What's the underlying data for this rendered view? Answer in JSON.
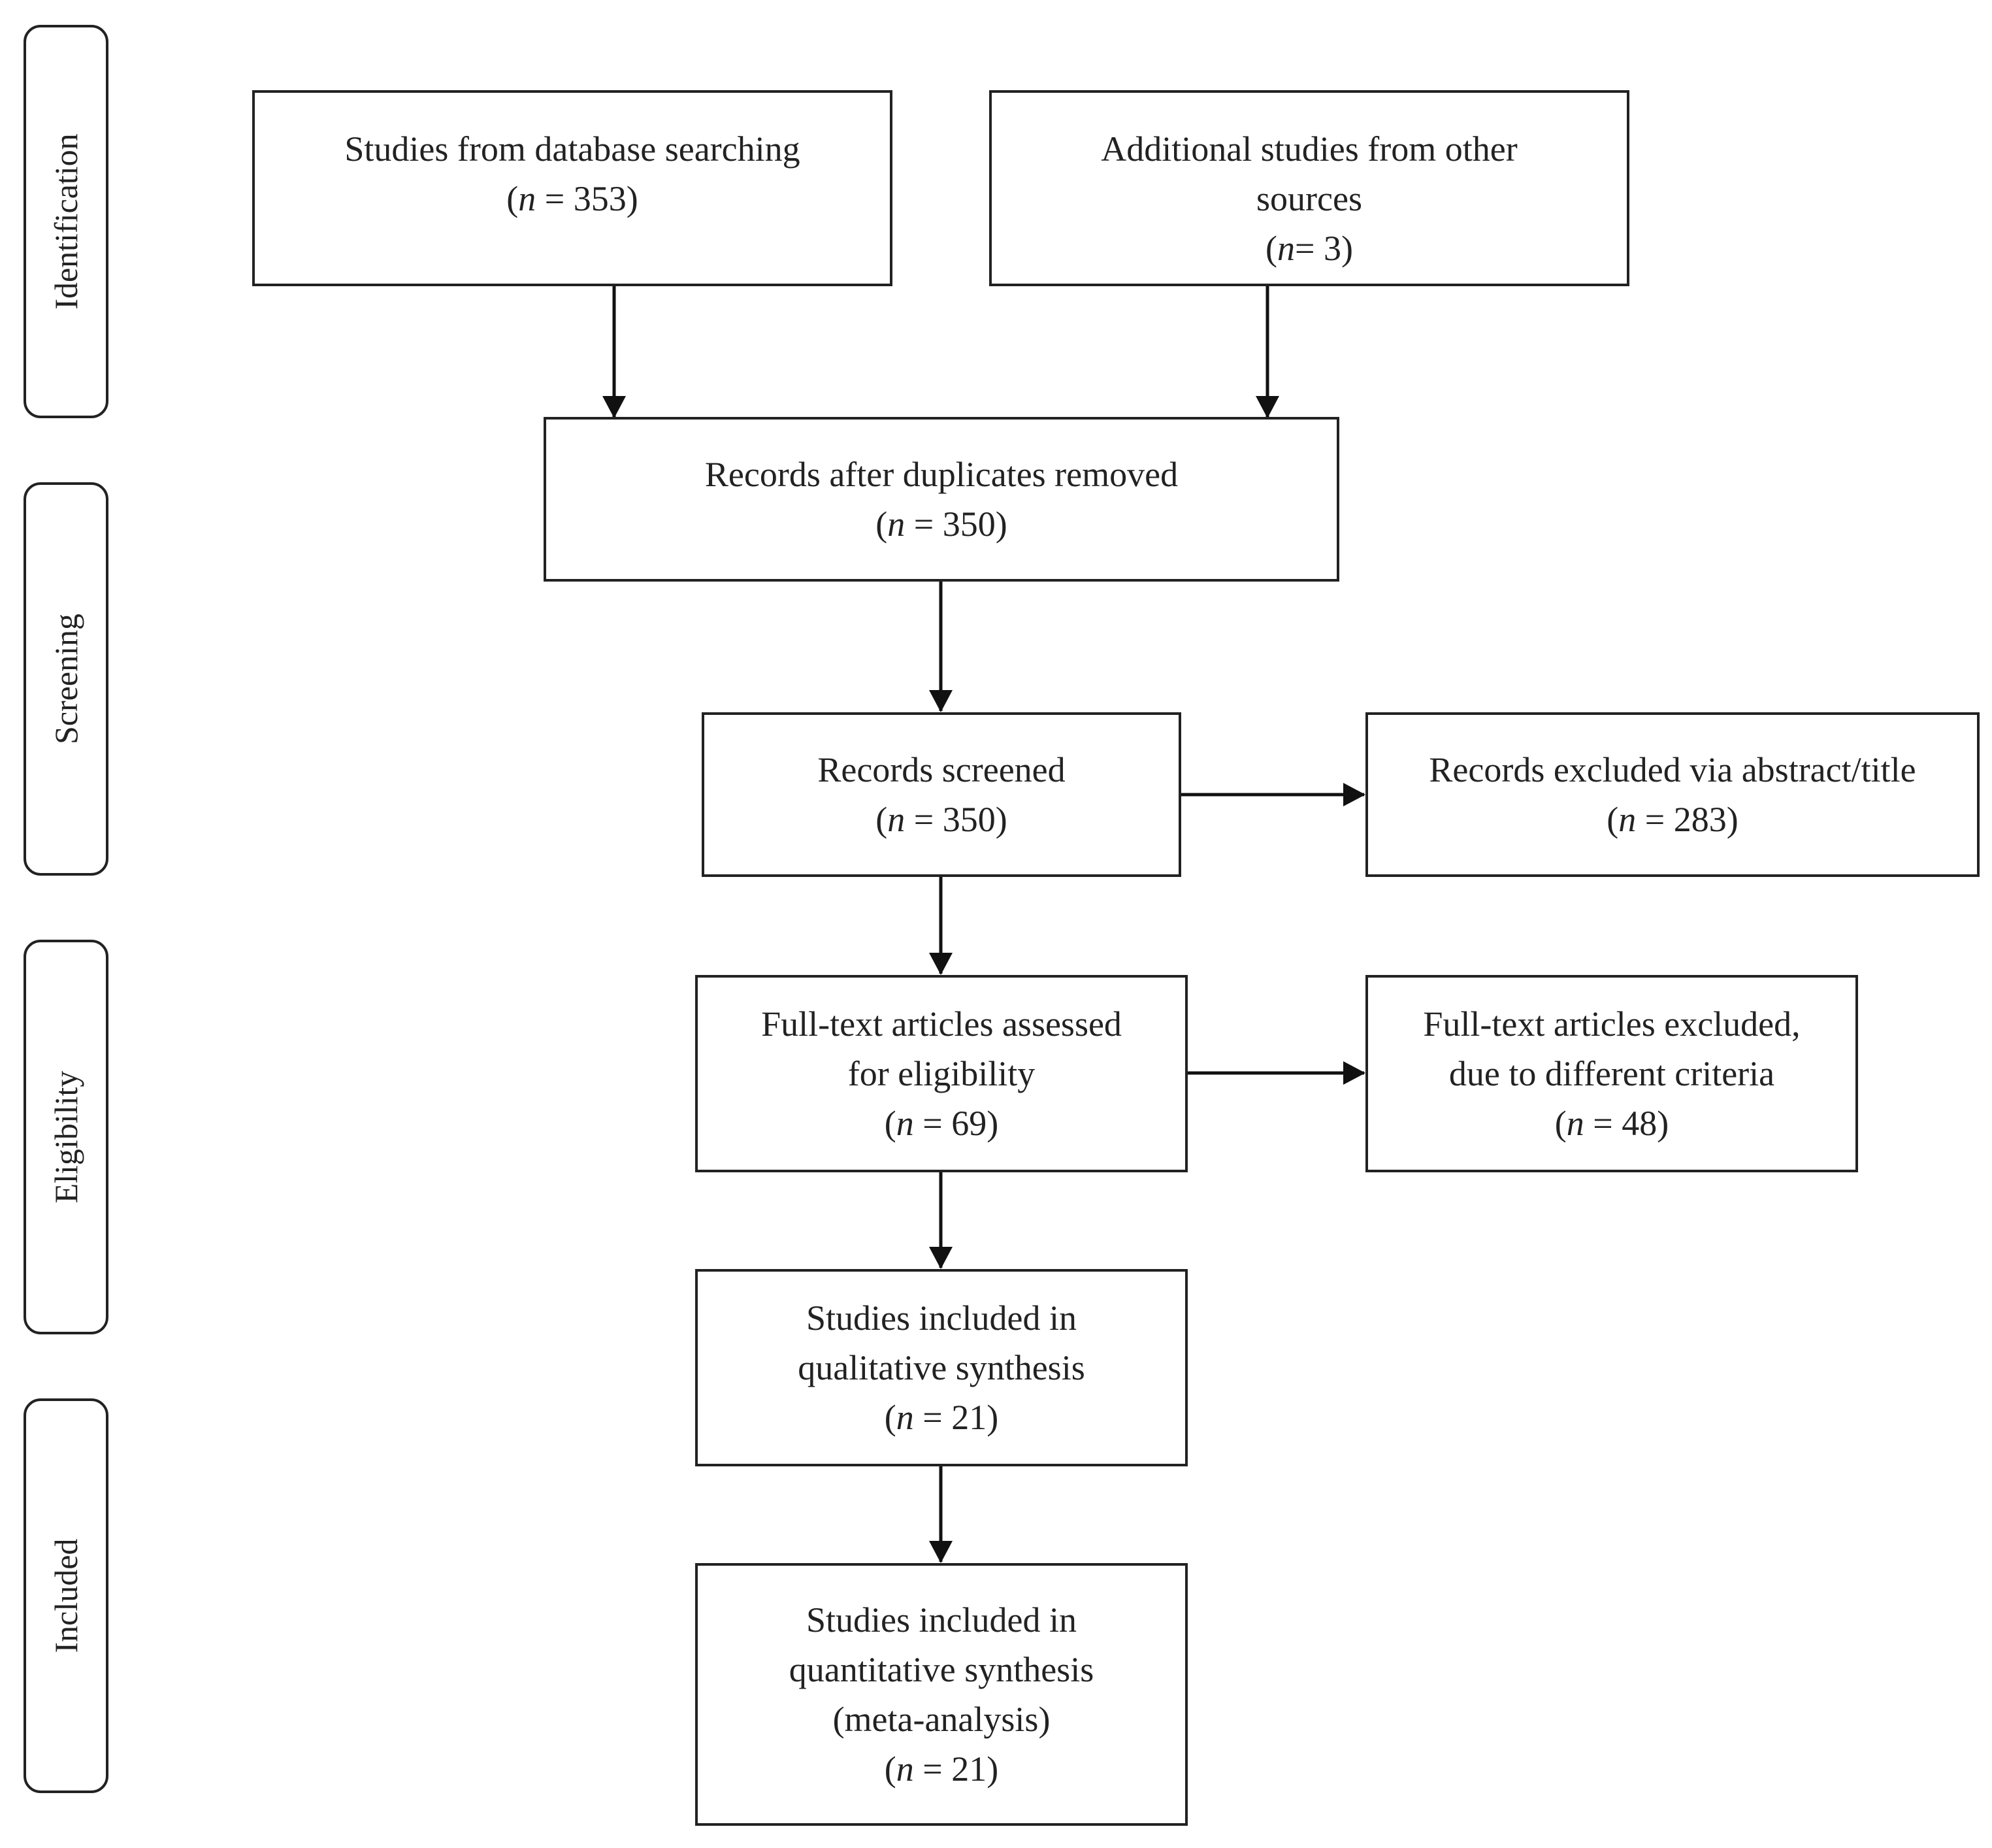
{
  "phases": {
    "identification": "Identification",
    "screening": "Screening",
    "eligibility": "Eligibility",
    "included": "Included"
  },
  "boxes": {
    "database": {
      "lines": [
        "Studies from database searching"
      ],
      "n_prefix": "(",
      "n_var": "n",
      "n_rest": " = 353)"
    },
    "other_sources": {
      "lines": [
        "Additional studies from other",
        "sources"
      ],
      "n_prefix": "(",
      "n_var": "n",
      "n_rest": "= 3)"
    },
    "duplicates_removed": {
      "lines": [
        "Records after duplicates removed"
      ],
      "n_prefix": "(",
      "n_var": "n",
      "n_rest": " = 350)"
    },
    "screened": {
      "lines": [
        "Records screened"
      ],
      "n_prefix": "(",
      "n_var": "n",
      "n_rest": " = 350)"
    },
    "excluded_abstract": {
      "lines": [
        "Records excluded via abstract/title"
      ],
      "n_prefix": "(",
      "n_var": "n",
      "n_rest": " = 283)"
    },
    "fulltext_assessed": {
      "lines": [
        "Full-text articles assessed",
        "for eligibility"
      ],
      "n_prefix": "(",
      "n_var": "n",
      "n_rest": " = 69)"
    },
    "fulltext_excluded": {
      "lines": [
        "Full-text articles excluded,",
        "due to different criteria"
      ],
      "n_prefix": "(",
      "n_var": "n",
      "n_rest": " = 48)"
    },
    "qualitative": {
      "lines": [
        "Studies included in",
        "qualitative synthesis"
      ],
      "n_prefix": "(",
      "n_var": "n",
      "n_rest": " = 21)"
    },
    "quantitative": {
      "lines": [
        "Studies included in",
        "quantitative synthesis",
        "(meta-analysis)"
      ],
      "n_prefix": "(",
      "n_var": "n",
      "n_rest": " = 21)"
    }
  }
}
